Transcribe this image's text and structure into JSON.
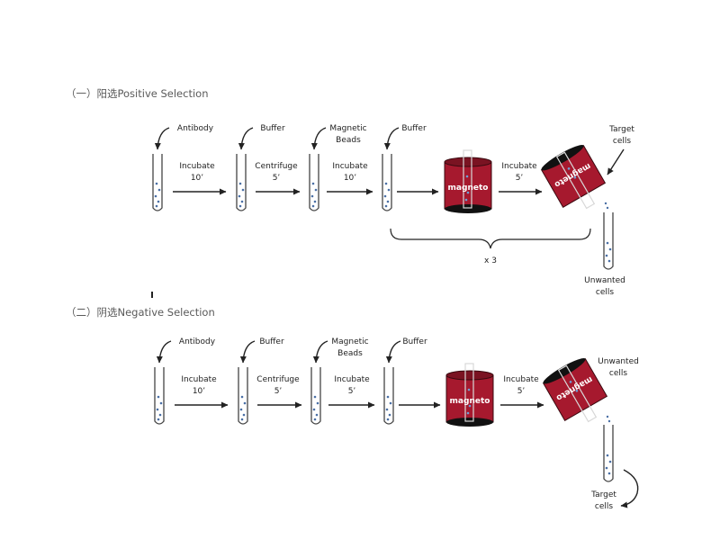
{
  "positive": {
    "title": "（一）阳选Positive Selection",
    "reagents": [
      "Antibody",
      "Buffer",
      "Magnetic",
      "Beads",
      "Buffer"
    ],
    "steps": [
      {
        "line1": "Incubate",
        "line2": "10’"
      },
      {
        "line1": "Centrifuge",
        "line2": "5’"
      },
      {
        "line1": "Incubate",
        "line2": "10’"
      },
      {
        "line1": "Incubate",
        "line2": "5’"
      }
    ],
    "magnet_label": "magneto",
    "magnet_tilted_label": "magneto",
    "repeat_label": "x 3",
    "tilted_label": {
      "line1": "Target",
      "line2": "cells"
    },
    "collected_label": {
      "line1": "Unwanted",
      "line2": "cells"
    }
  },
  "negative": {
    "title": "（二）阴选Negative Selection",
    "reagents": [
      "Antibody",
      "Buffer",
      "Magnetic",
      "Beads",
      "Buffer"
    ],
    "steps": [
      {
        "line1": "Incubate",
        "line2": "10’"
      },
      {
        "line1": "Centrifuge",
        "line2": "5’"
      },
      {
        "line1": "Incubate",
        "line2": "5’"
      },
      {
        "line1": "Incubate",
        "line2": "5’"
      }
    ],
    "magnet_label": "magneto",
    "magnet_tilted_label": "magneto",
    "tilted_label": {
      "line1": "Unwanted",
      "line2": "cells"
    },
    "collected_label": {
      "line1": "Target",
      "line2": "cells"
    }
  },
  "colors": {
    "magnet_red": "#a6192e",
    "magnet_dark": "#6b0f1c",
    "bead_blue": "#4a6fa5",
    "text": "#222222",
    "title_gray": "#5a5a5a"
  }
}
